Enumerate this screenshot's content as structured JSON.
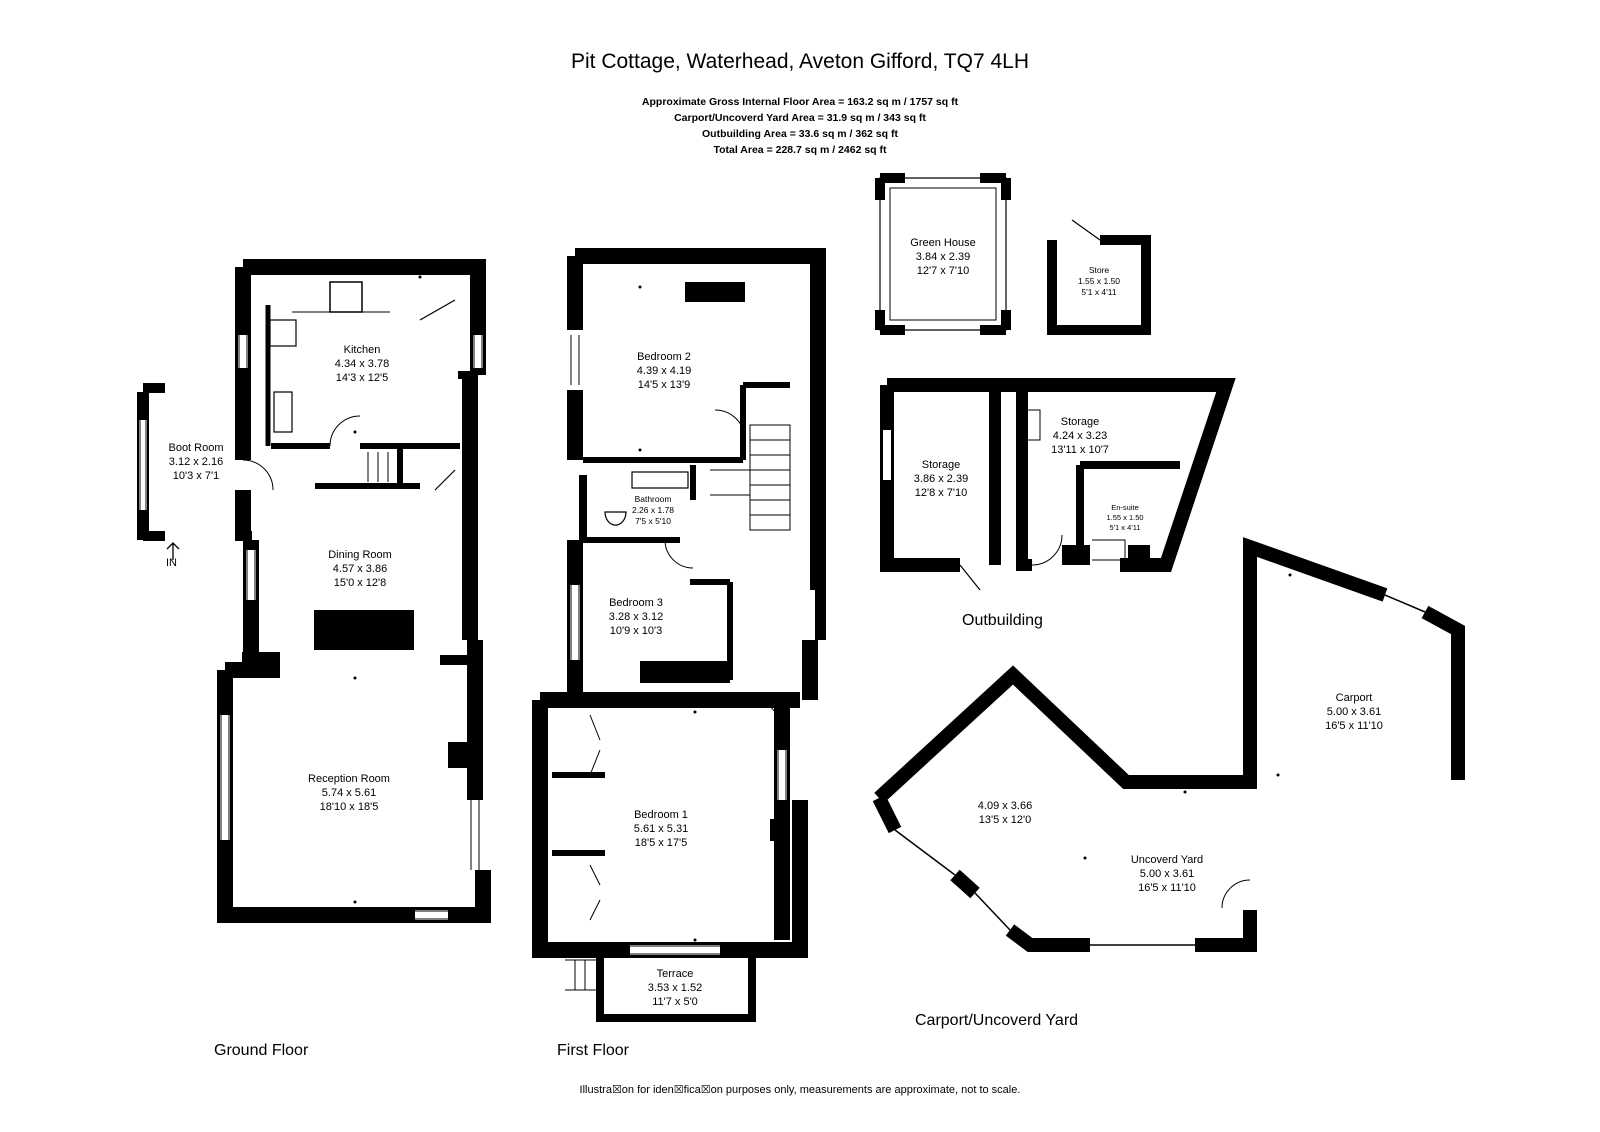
{
  "header": {
    "title": "Pit Cottage, Waterhead, Aveton Gifford, TQ7 4LH",
    "areas": [
      "Approximate Gross Internal Floor Area  = 163.2 sq m / 1757 sq ft",
      "Carport/Uncoverd Yard Area = 31.9 sq m / 343 sq ft",
      "Outbuilding Area = 33.6 sq m / 362 sq ft",
      "Total Area = 228.7 sq m / 2462 sq ft"
    ]
  },
  "rooms": {
    "kitchen": {
      "name": "Kitchen",
      "metric": "4.34 x 3.78",
      "imperial": "14'3 x 12'5"
    },
    "boot_room": {
      "name": "Boot Room",
      "metric": "3.12 x 2.16",
      "imperial": "10'3 x 7'1"
    },
    "dining_room": {
      "name": "Dining Room",
      "metric": "4.57 x 3.86",
      "imperial": "15'0 x 12'8"
    },
    "reception_room": {
      "name": "Reception Room",
      "metric": "5.74 x 5.61",
      "imperial": "18'10 x 18'5"
    },
    "bedroom_2": {
      "name": "Bedroom 2",
      "metric": "4.39 x 4.19",
      "imperial": "14'5 x 13'9"
    },
    "bathroom": {
      "name": "Bathroom",
      "metric": "2.26 x 1.78",
      "imperial": "7'5 x 5'10"
    },
    "bedroom_3": {
      "name": "Bedroom 3",
      "metric": "3.28 x 3.12",
      "imperial": "10'9 x 10'3"
    },
    "bedroom_1": {
      "name": "Bedroom 1",
      "metric": "5.61 x 5.31",
      "imperial": "18'5 x 17'5"
    },
    "terrace": {
      "name": "Terrace",
      "metric": "3.53 x 1.52",
      "imperial": "11'7 x 5'0"
    },
    "green_house": {
      "name": "Green House",
      "metric": "3.84 x 2.39",
      "imperial": "12'7 x 7'10"
    },
    "store": {
      "name": "Store",
      "metric": "1.55 x 1.50",
      "imperial": "5'1 x 4'11"
    },
    "storage_left": {
      "name": "Storage",
      "metric": "3.86 x 2.39",
      "imperial": "12'8 x 7'10"
    },
    "storage_right": {
      "name": "Storage",
      "metric": "4.24 x 3.23",
      "imperial": "13'11 x 10'7"
    },
    "en_suite": {
      "name": "En-suite",
      "metric": "1.55 x 1.50",
      "imperial": "5'1 x 4'11"
    },
    "carport": {
      "name": "Carport",
      "metric": "5.00 x 3.61",
      "imperial": "16'5 x 11'10"
    },
    "yard_area": {
      "metric": "4.09 x 3.66",
      "imperial": "13'5 x 12'0"
    },
    "uncoverd_yard": {
      "name": "Uncoverd Yard",
      "metric": "5.00 x 3.61",
      "imperial": "16'5 x 11'10"
    }
  },
  "labels": {
    "in": "IN",
    "ground_floor": "Ground Floor",
    "first_floor": "First Floor",
    "outbuilding": "Outbuilding",
    "carport_yard": "Carport/Uncoverd Yard"
  },
  "disclaimer": "Illustra☒on for iden☒fica☒on purposes only, measurements are approximate, not to scale."
}
